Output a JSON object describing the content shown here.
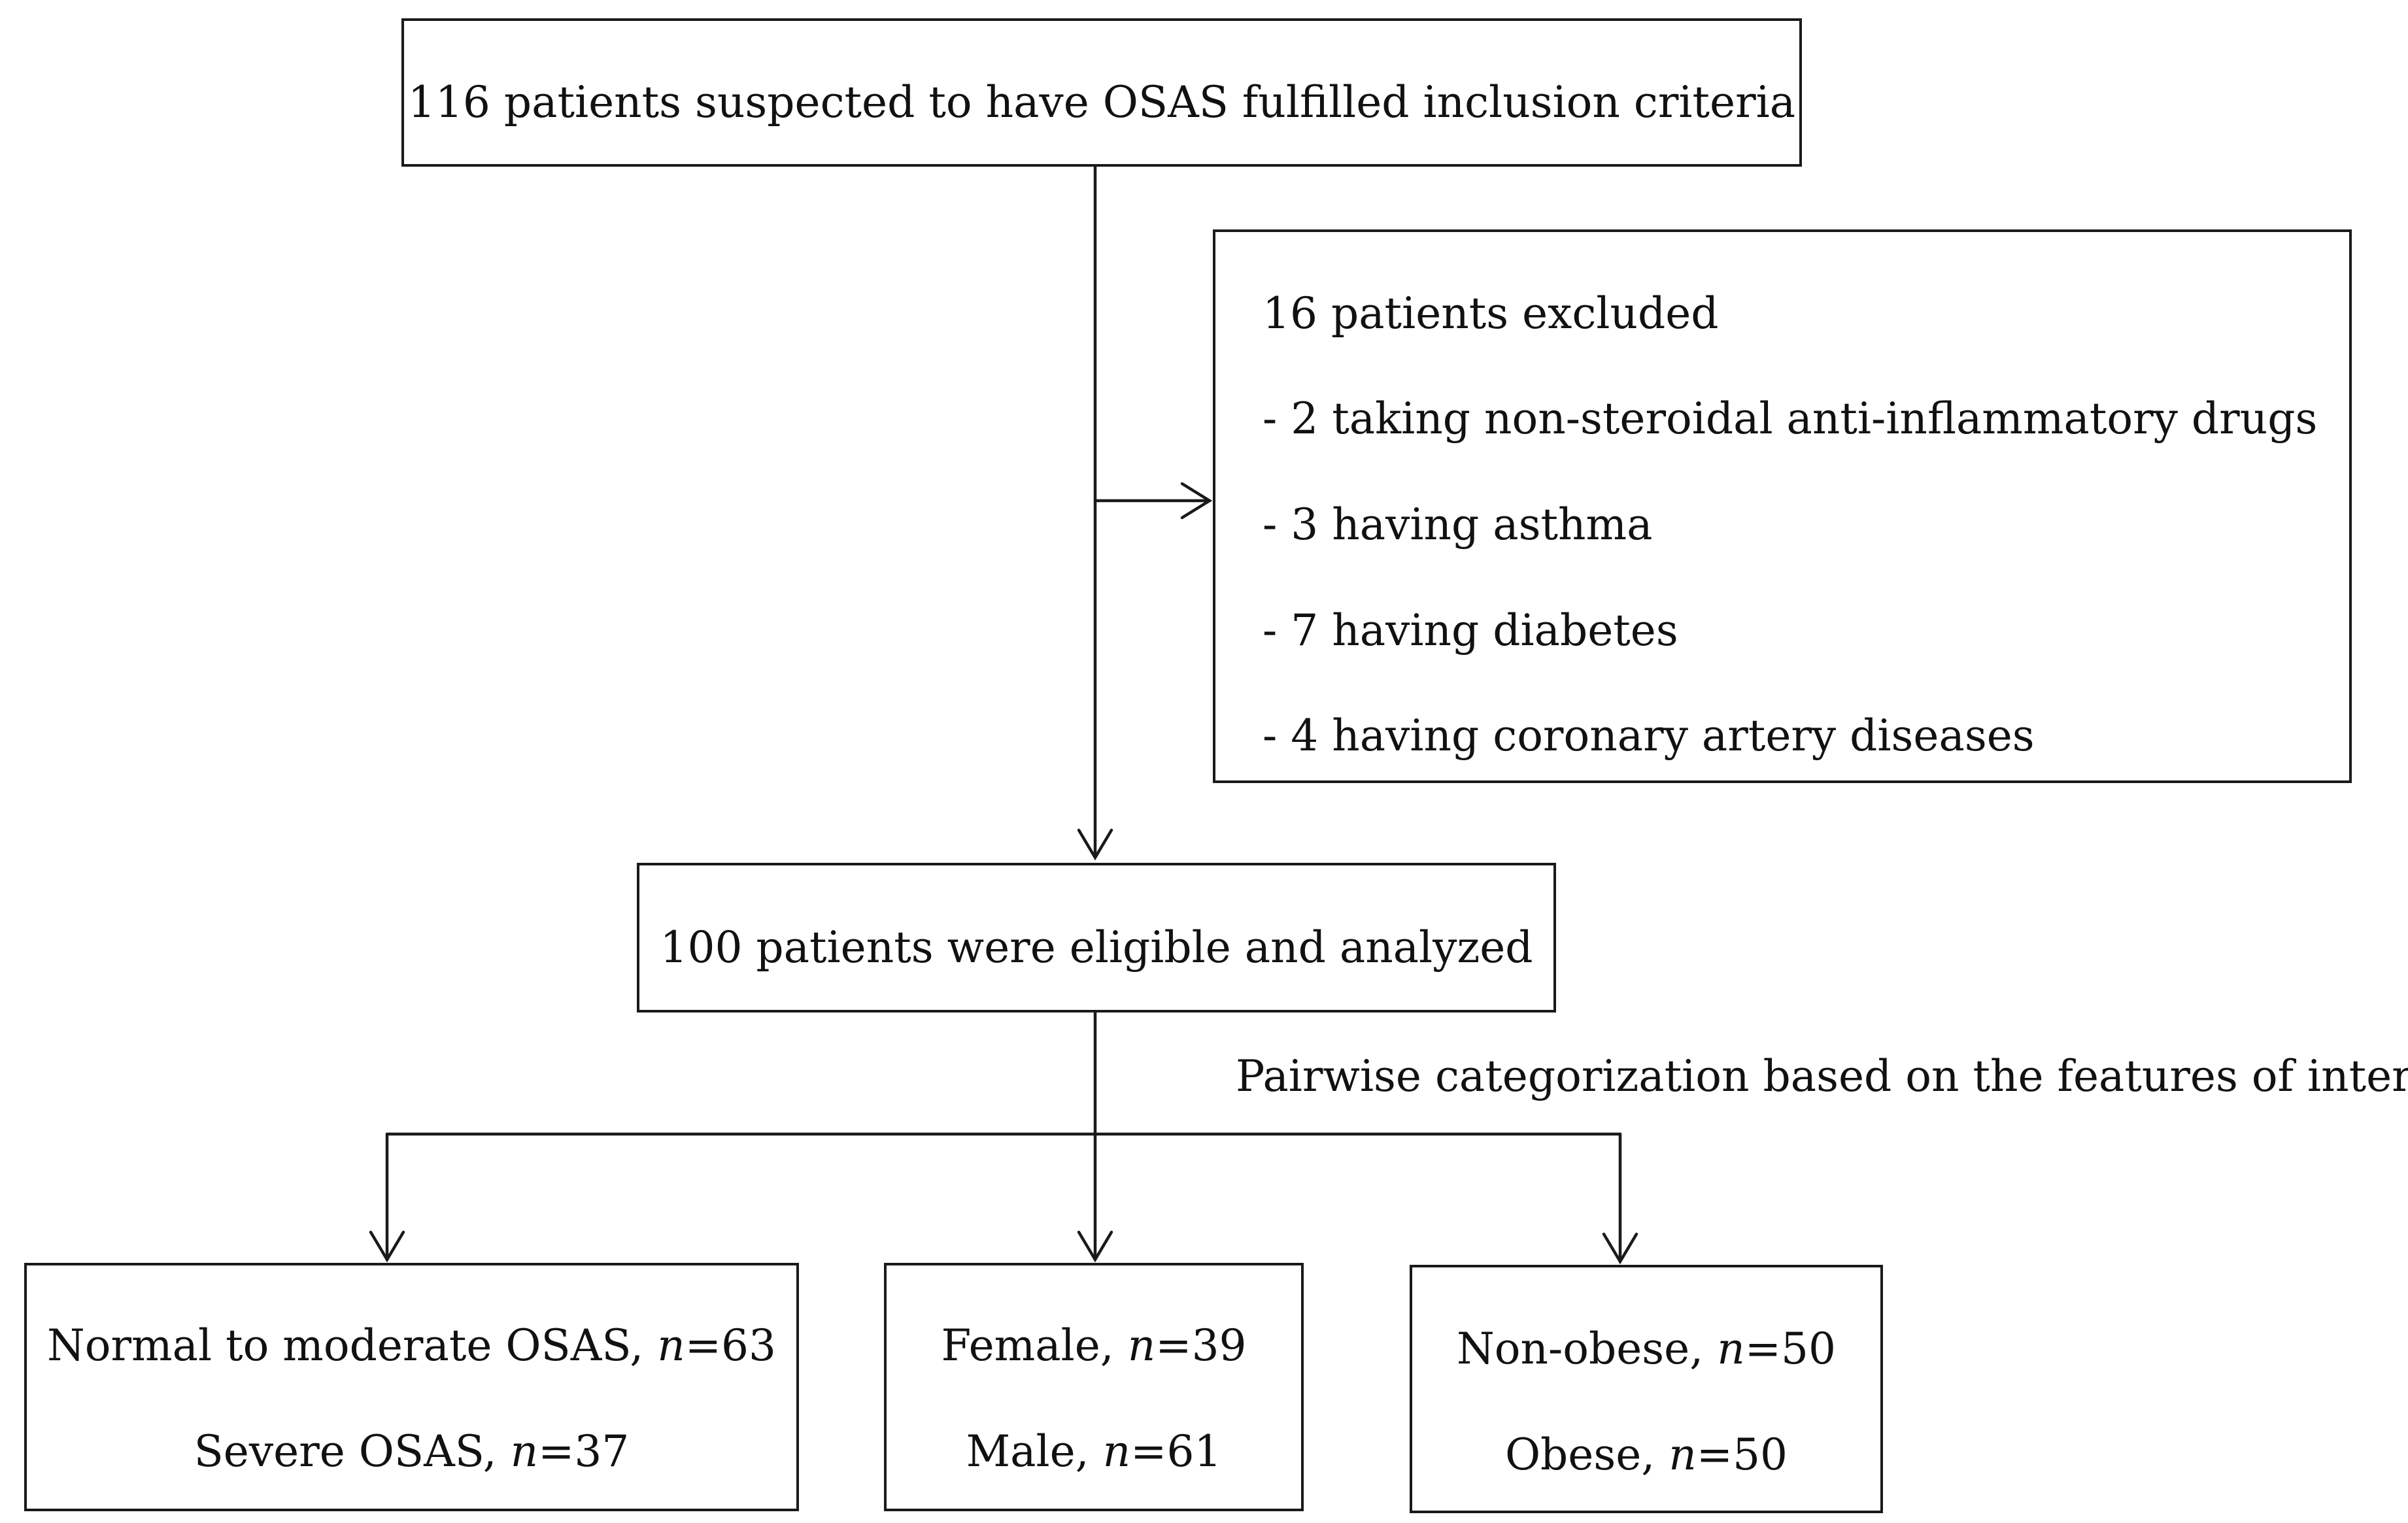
{
  "diagram": {
    "top_box": {
      "text": "116 patients suspected to have OSAS fulfilled inclusion criteria"
    },
    "excluded_box": {
      "title": "16 patients excluded",
      "items": [
        "- 2 taking non-steroidal anti-inflammatory drugs",
        "- 3 having asthma",
        "- 7 having diabetes",
        "- 4 having coronary artery diseases"
      ]
    },
    "eligible_box": {
      "text": "100 patients were eligible and analyzed"
    },
    "categorization_label": "Pairwise categorization based on the features of interest",
    "groups": [
      {
        "line1_label": "Normal to moderate OSAS, ",
        "line1_n": "n",
        "line1_value": "=63",
        "line2_label": "Severe OSAS, ",
        "line2_n": "n",
        "line2_value": "=37"
      },
      {
        "line1_label": "Female, ",
        "line1_n": "n",
        "line1_value": "=39",
        "line2_label": "Male, ",
        "line2_n": "n",
        "line2_value": "=61"
      },
      {
        "line1_label": "Non-obese, ",
        "line1_n": "n",
        "line1_value": "=50",
        "line2_label": "Obese, ",
        "line2_n": "n",
        "line2_value": "=50"
      }
    ]
  }
}
